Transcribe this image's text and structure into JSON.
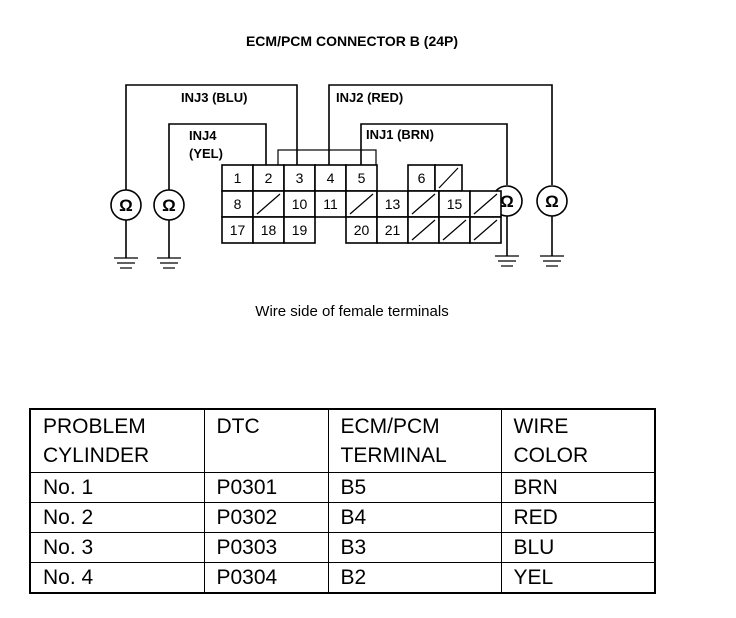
{
  "title": "ECM/PCM CONNECTOR B (24P)",
  "caption": "Wire side of female terminals",
  "ohm_symbol": "Ω",
  "wire_labels": {
    "inj3": "INJ3 (BLU)",
    "inj2": "INJ2 (RED)",
    "inj4_line1": "INJ4",
    "inj4_line2": "(YEL)",
    "inj1": "INJ1 (BRN)"
  },
  "connector_pins": [
    "1",
    "2",
    "3",
    "4",
    "5",
    "6",
    "8",
    "10",
    "11",
    "13",
    "15",
    "17",
    "18",
    "19",
    "20",
    "21"
  ],
  "table": {
    "headers": [
      [
        "PROBLEM",
        "CYLINDER"
      ],
      [
        "DTC",
        ""
      ],
      [
        "ECM/PCM",
        "TERMINAL"
      ],
      [
        "WIRE",
        "COLOR"
      ]
    ],
    "rows": [
      [
        "No. 1",
        "P0301",
        "B5",
        "BRN"
      ],
      [
        "No. 2",
        "P0302",
        "B4",
        "RED"
      ],
      [
        "No. 3",
        "P0303",
        "B3",
        "BLU"
      ],
      [
        "No. 4",
        "P0304",
        "B2",
        "YEL"
      ]
    ]
  }
}
